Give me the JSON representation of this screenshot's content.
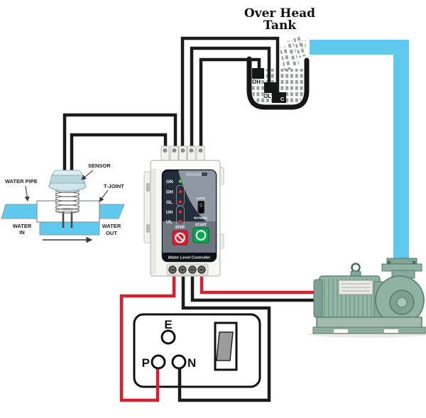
{
  "title": {
    "line1": "Over Head",
    "line2": "Tank"
  },
  "tank": {
    "sensor_top": "OH",
    "sensor_mid": "OL",
    "sensor_common": "C"
  },
  "pipe_assembly": {
    "water_pipe_label": "WATER PIPE",
    "sensor_label": "SENSOR",
    "t_joint_label": "T-JOINT",
    "water_in_line1": "WATER",
    "water_in_line2": "IN",
    "water_out_line1": "WATER",
    "water_out_line2": "OUT"
  },
  "controller": {
    "led_on": "ON",
    "led_oh": "OH",
    "led_ol": "OL",
    "led_uh": "UH",
    "led_ul": "UL",
    "mode_auto": "AUTO",
    "mode_manual": "MANUAL",
    "btn_stop": "STOP",
    "btn_start": "START",
    "name": "Water Level Controller"
  },
  "power_box": {
    "earth": "E",
    "phase": "P",
    "neutral": "N"
  },
  "colors": {
    "pipe_cyan": "#5fc9ee",
    "wire_red": "#d71f2f",
    "wire_black": "#1b1b1b",
    "panel_dark": "#242e3b",
    "panel_swoosh": "#8e98a2",
    "pump_green": "#93b7a6",
    "water_dots": "#9aa0a0",
    "stop_red": "#e5192b",
    "start_green": "#00a94f"
  }
}
